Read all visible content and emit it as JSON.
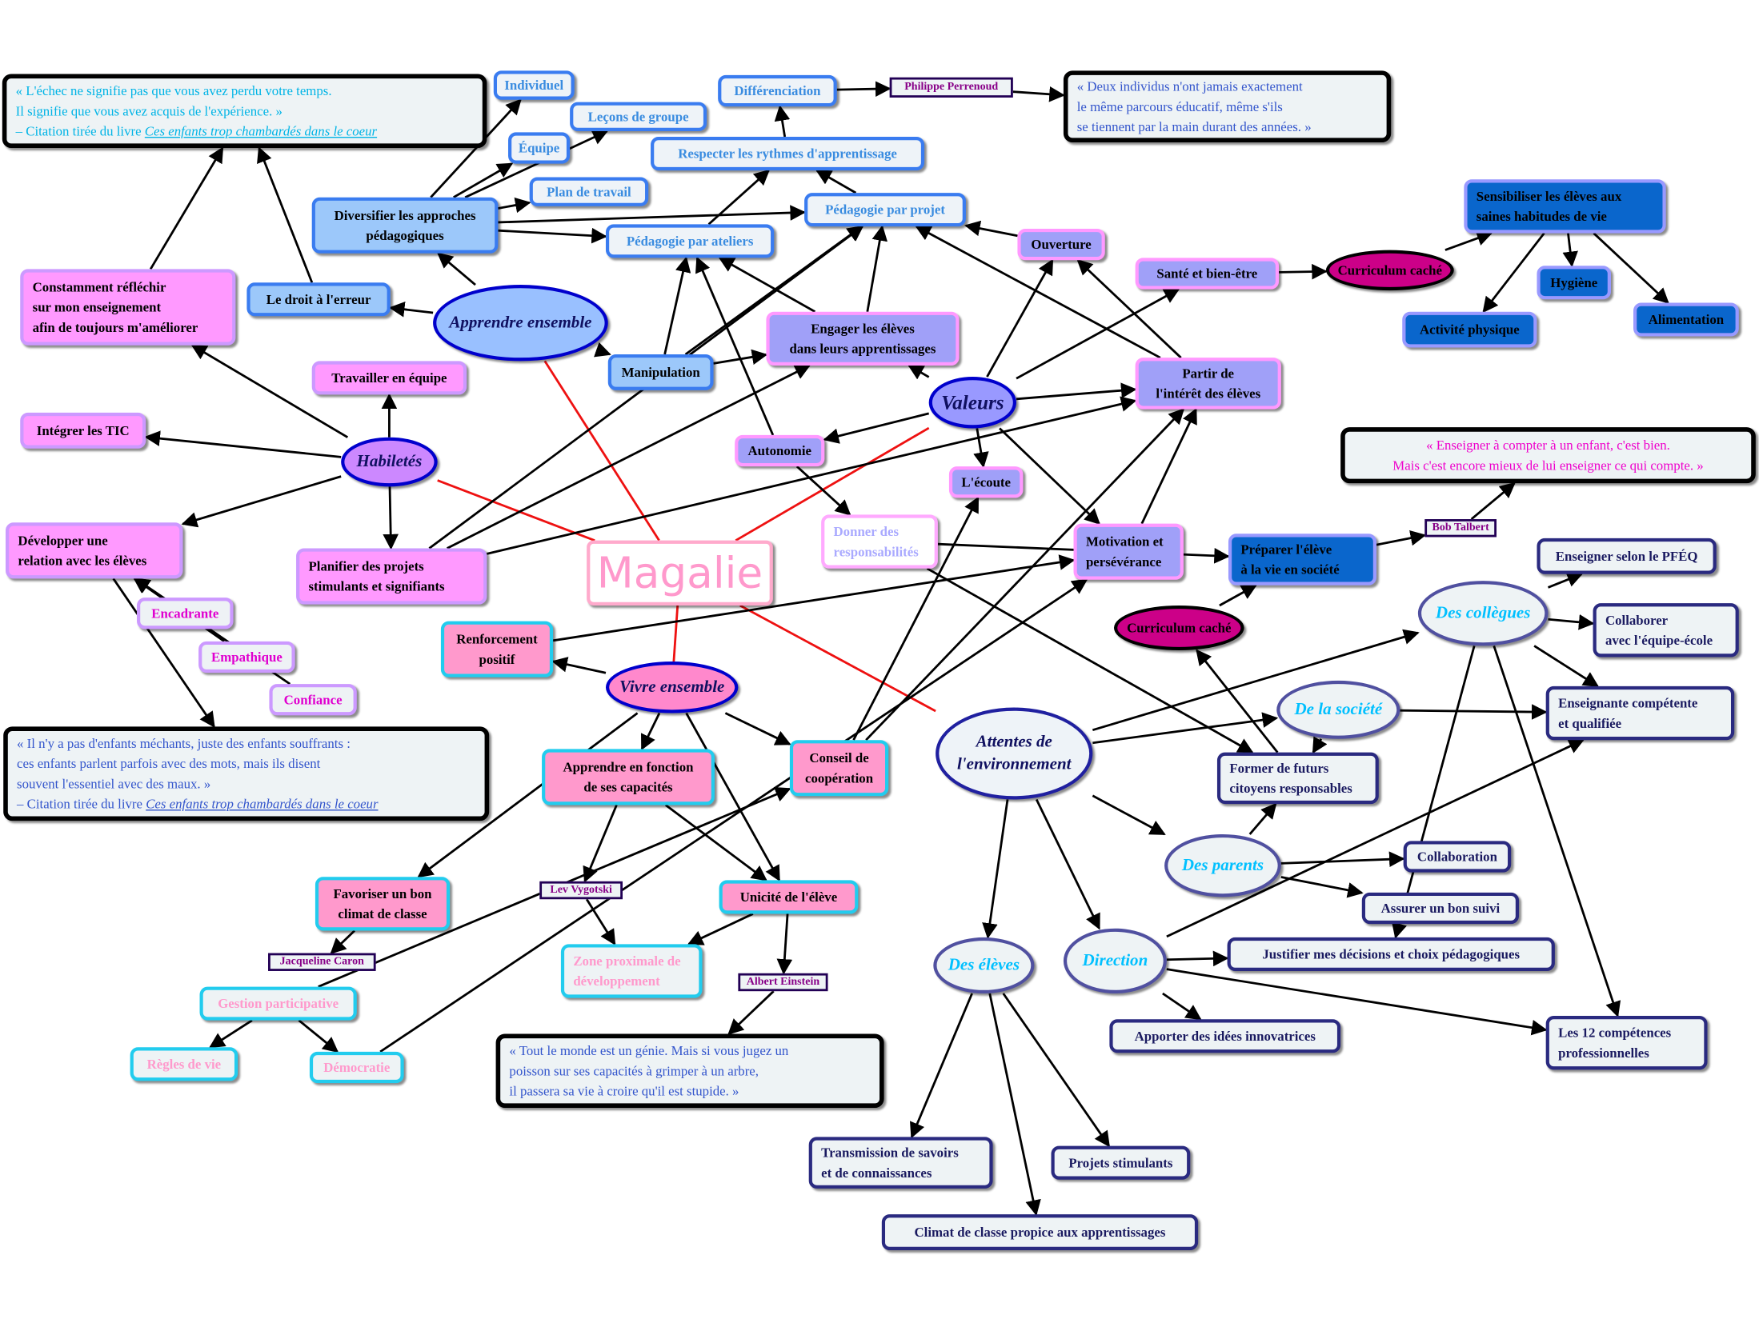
{
  "nodes": [
    {
      "id": "q1",
      "style": "quote q-cyan",
      "lines": [
        "« L'échec ne signifie pas que vous avez perdu votre temps.",
        "Il signifie que vous avez acquis de l'expérience. »"
      ],
      "source": {
        "prefix": "– Citation tirée du livre ",
        "title": "Ces enfants trop chambardés dans le coeur"
      }
    },
    {
      "id": "individuel",
      "style": "bl",
      "lines": [
        "Individuel"
      ]
    },
    {
      "id": "lecons",
      "style": "bl",
      "lines": [
        "Leçons de groupe"
      ]
    },
    {
      "id": "equipe",
      "style": "bl",
      "lines": [
        "Équipe"
      ]
    },
    {
      "id": "respecter",
      "style": "bl",
      "lines": [
        "Respecter les rythmes d'apprentissage"
      ]
    },
    {
      "id": "differenciation",
      "style": "bl",
      "lines": [
        "Différenciation"
      ]
    },
    {
      "id": "perrenoud",
      "style": "au",
      "lines": [
        "Philippe Perrenoud"
      ]
    },
    {
      "id": "q2",
      "style": "quote q-blue",
      "lines": [
        "« Deux individus n'ont jamais exactement",
        "le même parcours éducatif, même s'ils",
        "se tiennent par la main durant des années. »"
      ]
    },
    {
      "id": "planTravail",
      "style": "bl",
      "lines": [
        "Plan de travail"
      ]
    },
    {
      "id": "diversifier",
      "style": "bm",
      "lines": [
        "Diversifier les approches",
        "pédagogiques"
      ]
    },
    {
      "id": "pedProjet",
      "style": "bl",
      "lines": [
        "Pédagogie par projet"
      ]
    },
    {
      "id": "pedAteliers",
      "style": "bl",
      "lines": [
        "Pédagogie par ateliers"
      ]
    },
    {
      "id": "ouverture",
      "style": "pp",
      "lines": [
        "Ouverture"
      ]
    },
    {
      "id": "sante",
      "style": "pp",
      "lines": [
        "Santé et bien-être"
      ]
    },
    {
      "id": "curriculum1",
      "style": "oval ov-cur",
      "lines": [
        "Curriculum caché"
      ]
    },
    {
      "id": "sensibiliser",
      "style": "db left",
      "lines": [
        "Sensibiliser les élèves aux",
        "saines habitudes de vie"
      ]
    },
    {
      "id": "hygiene",
      "style": "db",
      "lines": [
        "Hygiène"
      ]
    },
    {
      "id": "activite",
      "style": "db",
      "lines": [
        "Activité physique"
      ]
    },
    {
      "id": "alimentation",
      "style": "db",
      "lines": [
        "Alimentation"
      ]
    },
    {
      "id": "constamment",
      "style": "pk left",
      "lines": [
        "Constamment réfléchir",
        "sur mon enseignement",
        "afin de toujours m'améliorer"
      ]
    },
    {
      "id": "droit",
      "style": "bm",
      "lines": [
        "Le droit à l'erreur"
      ]
    },
    {
      "id": "apprendre",
      "style": "oval ov-app",
      "lines": [
        "Apprendre ensemble"
      ]
    },
    {
      "id": "manip",
      "style": "bm",
      "lines": [
        "Manipulation"
      ]
    },
    {
      "id": "engager",
      "style": "pp",
      "lines": [
        "Engager les élèves",
        "dans leurs apprentissages"
      ]
    },
    {
      "id": "partir",
      "style": "pp",
      "lines": [
        "Partir de",
        "l'intérêt des élèves"
      ]
    },
    {
      "id": "valeurs",
      "style": "oval ov-val",
      "lines": [
        "Valeurs"
      ]
    },
    {
      "id": "travailler",
      "style": "pk",
      "lines": [
        "Travailler en équipe"
      ]
    },
    {
      "id": "integrer",
      "style": "pk",
      "lines": [
        "Intégrer les TIC"
      ]
    },
    {
      "id": "habiletes",
      "style": "oval ov-hab",
      "lines": [
        "Habiletés"
      ]
    },
    {
      "id": "autonomie",
      "style": "pp",
      "lines": [
        "Autonomie"
      ]
    },
    {
      "id": "ecoute",
      "style": "pp",
      "lines": [
        "L'écoute"
      ]
    },
    {
      "id": "q3",
      "style": "quote q-mag",
      "lines": [
        "« Enseigner à compter à un enfant, c'est bien.",
        "Mais c'est encore mieux de lui enseigner ce qui compte. »"
      ]
    },
    {
      "id": "developper",
      "style": "pk left",
      "lines": [
        "Développer une",
        "relation avec les élèves"
      ]
    },
    {
      "id": "donner",
      "style": "dn left",
      "lines": [
        "Donner des",
        "responsabilités"
      ]
    },
    {
      "id": "motivation",
      "style": "pp left",
      "lines": [
        "Motivation et",
        "persévérance"
      ]
    },
    {
      "id": "preparer",
      "style": "db left",
      "lines": [
        "Préparer l'élève",
        "à la vie en société"
      ]
    },
    {
      "id": "talbert",
      "style": "au",
      "lines": [
        "Bob Talbert"
      ]
    },
    {
      "id": "magalie",
      "style": "mag",
      "lines": [
        "Magalie"
      ]
    },
    {
      "id": "planifier",
      "style": "pk left",
      "lines": [
        "Planifier des projets",
        "stimulants et signifiants"
      ]
    },
    {
      "id": "pfeq",
      "style": "nv",
      "lines": [
        "Enseigner selon le PFÉQ"
      ]
    },
    {
      "id": "collegues",
      "style": "oval ov-sub",
      "lines": [
        "Des collègues"
      ]
    },
    {
      "id": "collaborer",
      "style": "nv left",
      "lines": [
        "Collaborer",
        "avec l'équipe-école"
      ]
    },
    {
      "id": "curriculum2",
      "style": "oval ov-cur",
      "lines": [
        "Curriculum caché"
      ]
    },
    {
      "id": "encadrante",
      "style": "pl",
      "lines": [
        "Encadrante"
      ]
    },
    {
      "id": "renforcement",
      "style": "cp",
      "lines": [
        "Renforcement",
        "positif"
      ]
    },
    {
      "id": "vivre",
      "style": "oval ov-viv",
      "lines": [
        "Vivre ensemble"
      ]
    },
    {
      "id": "empathique",
      "style": "pl",
      "lines": [
        "Empathique"
      ]
    },
    {
      "id": "confiance",
      "style": "pl",
      "lines": [
        "Confiance"
      ]
    },
    {
      "id": "enseignante",
      "style": "nv left",
      "lines": [
        "Enseignante compétente",
        "et qualifiée"
      ]
    },
    {
      "id": "societe",
      "style": "oval ov-sub",
      "lines": [
        "De la société"
      ]
    },
    {
      "id": "q4",
      "style": "quote q-blue",
      "lines": [
        "« Il n'y a pas d'enfants méchants, juste des enfants souffrants :",
        "ces enfants parlent parfois avec des mots, mais ils disent",
        "souvent l'essentiel avec des maux. »"
      ],
      "source": {
        "prefix": "– Citation tirée du livre ",
        "title": "Ces enfants trop chambardés dans le coeur"
      }
    },
    {
      "id": "attentes",
      "style": "oval ov-att",
      "lines": [
        "Attentes de",
        "l'environnement"
      ]
    },
    {
      "id": "apprendreFct",
      "style": "cp",
      "lines": [
        "Apprendre en fonction",
        "de ses capacités"
      ]
    },
    {
      "id": "conseil",
      "style": "cp",
      "lines": [
        "Conseil de",
        "coopération"
      ]
    },
    {
      "id": "former",
      "style": "nv left",
      "lines": [
        "Former de futurs",
        "citoyens responsables"
      ]
    },
    {
      "id": "parents",
      "style": "oval ov-sub",
      "lines": [
        "Des parents"
      ]
    },
    {
      "id": "collaboration",
      "style": "nv",
      "lines": [
        "Collaboration"
      ]
    },
    {
      "id": "favoriser",
      "style": "cp",
      "lines": [
        "Favoriser un bon",
        "climat de classe"
      ]
    },
    {
      "id": "vygotski",
      "style": "au",
      "lines": [
        "Lev Vygotski"
      ]
    },
    {
      "id": "unicite",
      "style": "cp",
      "lines": [
        "Unicité de l'élève"
      ]
    },
    {
      "id": "assurer",
      "style": "nv",
      "lines": [
        "Assurer un bon suivi"
      ]
    },
    {
      "id": "caron",
      "style": "au",
      "lines": [
        "Jacqueline Caron"
      ]
    },
    {
      "id": "zone",
      "style": "cl left",
      "lines": [
        "Zone proximale de",
        "développement"
      ]
    },
    {
      "id": "deseleves",
      "style": "oval ov-sub",
      "lines": [
        "Des élèves"
      ]
    },
    {
      "id": "direction",
      "style": "oval ov-sub",
      "lines": [
        "Direction"
      ]
    },
    {
      "id": "justifier",
      "style": "nv",
      "lines": [
        "Justifier mes décisions et choix pédagogiques"
      ]
    },
    {
      "id": "einstein",
      "style": "au",
      "lines": [
        "Albert Einstein"
      ]
    },
    {
      "id": "gestion",
      "style": "cl",
      "lines": [
        "Gestion participative"
      ]
    },
    {
      "id": "apporter",
      "style": "nv",
      "lines": [
        "Apporter des idées innovatrices"
      ]
    },
    {
      "id": "competences",
      "style": "nv left",
      "lines": [
        "Les 12 compétences",
        "professionnelles"
      ]
    },
    {
      "id": "regles",
      "style": "cl",
      "lines": [
        "Règles de vie"
      ]
    },
    {
      "id": "democratie",
      "style": "cl",
      "lines": [
        "Démocratie"
      ]
    },
    {
      "id": "q5",
      "style": "quote q-blue",
      "lines": [
        "« Tout le monde est un génie. Mais si vous jugez un",
        "poisson sur ses capacités à grimper à un arbre,",
        "il passera sa vie à croire qu'il est stupide. »"
      ]
    },
    {
      "id": "transmission",
      "style": "nv left",
      "lines": [
        "Transmission de savoirs",
        "et de connaissances"
      ]
    },
    {
      "id": "projets",
      "style": "nv",
      "lines": [
        "Projets stimulants"
      ]
    },
    {
      "id": "climat",
      "style": "nv",
      "lines": [
        "Climat de classe propice aux apprentissages"
      ]
    }
  ],
  "edges": [
    [
      "diversifier",
      "individuel"
    ],
    [
      "diversifier",
      "equipe"
    ],
    [
      "diversifier",
      "lecons"
    ],
    [
      "diversifier",
      "planTravail"
    ],
    [
      "diversifier",
      "pedProjet"
    ],
    [
      "diversifier",
      "pedAteliers"
    ],
    [
      "apprendre",
      "diversifier"
    ],
    [
      "apprendre",
      "droit"
    ],
    [
      "apprendre",
      "manip"
    ],
    [
      "droit",
      "q1"
    ],
    [
      "constamment",
      "q1"
    ],
    [
      "respecter",
      "differenciation"
    ],
    [
      "differenciation",
      "perrenoud"
    ],
    [
      "perrenoud",
      "q2"
    ],
    [
      "pedAteliers",
      "respecter"
    ],
    [
      "pedProjet",
      "respecter"
    ],
    [
      "manip",
      "pedAteliers"
    ],
    [
      "manip",
      "engager"
    ],
    [
      "manip",
      "pedProjet"
    ],
    [
      "engager",
      "pedAteliers"
    ],
    [
      "engager",
      "pedProjet"
    ],
    [
      "autonomie",
      "pedAteliers"
    ],
    [
      "ouverture",
      "pedProjet"
    ],
    [
      "partir",
      "pedProjet"
    ],
    [
      "partir",
      "ouverture"
    ],
    [
      "valeurs",
      "ouverture"
    ],
    [
      "valeurs",
      "sante"
    ],
    [
      "valeurs",
      "partir"
    ],
    [
      "valeurs",
      "engager"
    ],
    [
      "valeurs",
      "autonomie"
    ],
    [
      "valeurs",
      "ecoute"
    ],
    [
      "valeurs",
      "motivation"
    ],
    [
      "sante",
      "curriculum1"
    ],
    [
      "curriculum1",
      "sensibiliser"
    ],
    [
      "sensibiliser",
      "hygiene"
    ],
    [
      "sensibiliser",
      "activite"
    ],
    [
      "sensibiliser",
      "alimentation"
    ],
    [
      "habiletes",
      "constamment"
    ],
    [
      "habiletes",
      "travailler"
    ],
    [
      "habiletes",
      "integrer"
    ],
    [
      "habiletes",
      "developper"
    ],
    [
      "habiletes",
      "planifier"
    ],
    [
      "developper",
      "q4"
    ],
    [
      "encadrante",
      "developper"
    ],
    [
      "empathique",
      "developper"
    ],
    [
      "confiance",
      "developper"
    ],
    [
      "planifier",
      "engager"
    ],
    [
      "planifier",
      "pedProjet"
    ],
    [
      "planifier",
      "partir"
    ],
    [
      "autonomie",
      "donner"
    ],
    [
      "donner",
      "preparer"
    ],
    [
      "donner",
      "former"
    ],
    [
      "motivation",
      "partir"
    ],
    [
      "preparer",
      "talbert"
    ],
    [
      "talbert",
      "q3"
    ],
    [
      "curriculum2",
      "preparer"
    ],
    [
      "former",
      "curriculum2"
    ],
    [
      "vivre",
      "renforcement"
    ],
    [
      "vivre",
      "apprendreFct"
    ],
    [
      "vivre",
      "conseil"
    ],
    [
      "vivre",
      "unicite"
    ],
    [
      "vivre",
      "favoriser"
    ],
    [
      "renforcement",
      "motivation"
    ],
    [
      "conseil",
      "partir"
    ],
    [
      "conseil",
      "ecoute"
    ],
    [
      "apprendreFct",
      "vygotski"
    ],
    [
      "apprendreFct",
      "unicite"
    ],
    [
      "vygotski",
      "zone"
    ],
    [
      "unicite",
      "zone"
    ],
    [
      "unicite",
      "einstein"
    ],
    [
      "einstein",
      "q5"
    ],
    [
      "favoriser",
      "caron"
    ],
    [
      "gestion",
      "conseil"
    ],
    [
      "gestion",
      "regles"
    ],
    [
      "gestion",
      "democratie"
    ],
    [
      "democratie",
      "motivation"
    ],
    [
      "attentes",
      "collegues"
    ],
    [
      "attentes",
      "societe"
    ],
    [
      "attentes",
      "parents"
    ],
    [
      "attentes",
      "deseleves"
    ],
    [
      "attentes",
      "direction"
    ],
    [
      "societe",
      "enseignante"
    ],
    [
      "societe",
      "former"
    ],
    [
      "collegues",
      "pfeq"
    ],
    [
      "collegues",
      "collaborer"
    ],
    [
      "collegues",
      "enseignante"
    ],
    [
      "collegues",
      "competences"
    ],
    [
      "collegues",
      "justifier"
    ],
    [
      "parents",
      "collaboration"
    ],
    [
      "parents",
      "assurer"
    ],
    [
      "parents",
      "former"
    ],
    [
      "direction",
      "justifier"
    ],
    [
      "direction",
      "apporter"
    ],
    [
      "direction",
      "competences"
    ],
    [
      "direction",
      "enseignante"
    ],
    [
      "deseleves",
      "transmission"
    ],
    [
      "deseleves",
      "projets"
    ],
    [
      "deseleves",
      "climat"
    ]
  ],
  "center_links": {
    "from": "magalie",
    "to": [
      "apprendre",
      "habiletes",
      "valeurs",
      "vivre",
      "attentes"
    ],
    "color": "#ee1111"
  },
  "colors": {
    "edge": "#000000",
    "center_link": "#ee1111"
  }
}
